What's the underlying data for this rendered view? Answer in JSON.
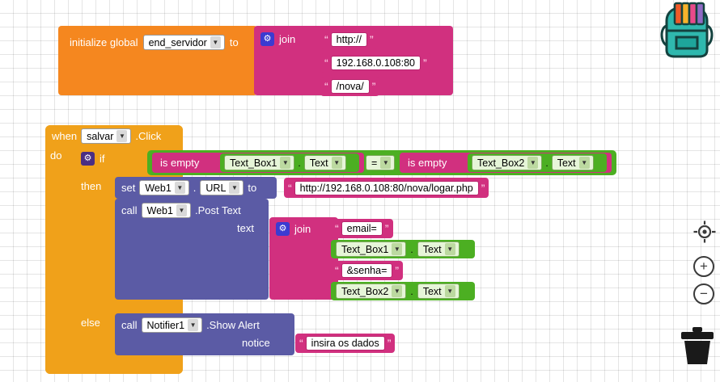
{
  "app": {
    "name": "App Inventor Blocks Editor",
    "canvas_bg": "#ffffff",
    "grid_color": "#e0e0e0"
  },
  "blocks": {
    "init_global": {
      "keyword_initialize": "initialize global",
      "name": "end_servidor",
      "to": "to",
      "join_label": "join",
      "gear_icon": "gear-icon",
      "color": "#f5871f",
      "join_color": "#d1307f",
      "strings": [
        "http://",
        "192.168.0.108:80",
        "/nova/"
      ]
    },
    "when_event": {
      "keyword_when": "when",
      "component": "salvar",
      "event": ".Click",
      "do": "do",
      "color": "#f0a11a"
    },
    "if_block": {
      "gear_icon": "gear-icon",
      "if": "if",
      "then": "then",
      "else": "else",
      "color": "#f0a11a"
    },
    "compare": {
      "left": {
        "is_empty": "is empty",
        "component": "Text_Box1",
        "property": "Text"
      },
      "operator": "=",
      "right": {
        "is_empty": "is empty",
        "component": "Text_Box2",
        "property": "Text"
      },
      "color": "#4caf22",
      "text_color": "#d1307f"
    },
    "set_url": {
      "set": "set",
      "component": "Web1",
      "dot": ".",
      "property": "URL",
      "to": "to",
      "value": "http://192.168.0.108:80/nova/logar.php",
      "color": "#5b5ba5"
    },
    "post_text": {
      "call": "call",
      "component": "Web1",
      "method": ".Post Text",
      "arg_label": "text",
      "join_label": "join",
      "gear_icon": "gear-icon",
      "color": "#5b5ba5",
      "join_color": "#d1307f",
      "items": [
        {
          "kind": "string",
          "value": "email="
        },
        {
          "kind": "getter",
          "component": "Text_Box1",
          "property": "Text"
        },
        {
          "kind": "string",
          "value": "&senha="
        },
        {
          "kind": "getter",
          "component": "Text_Box2",
          "property": "Text"
        }
      ]
    },
    "show_alert": {
      "call": "call",
      "component": "Notifier1",
      "method": ".Show Alert",
      "arg_label": "notice",
      "value": "insira os dados",
      "color": "#5b5ba5"
    }
  },
  "toolbar": {
    "center_icon": "center-target-icon",
    "zoom_in_icon": "zoom-in-icon",
    "zoom_in_label": "+",
    "zoom_out_icon": "zoom-out-icon",
    "zoom_out_label": "−",
    "trash_icon": "trash-icon",
    "backpack_icon": "backpack-icon"
  }
}
